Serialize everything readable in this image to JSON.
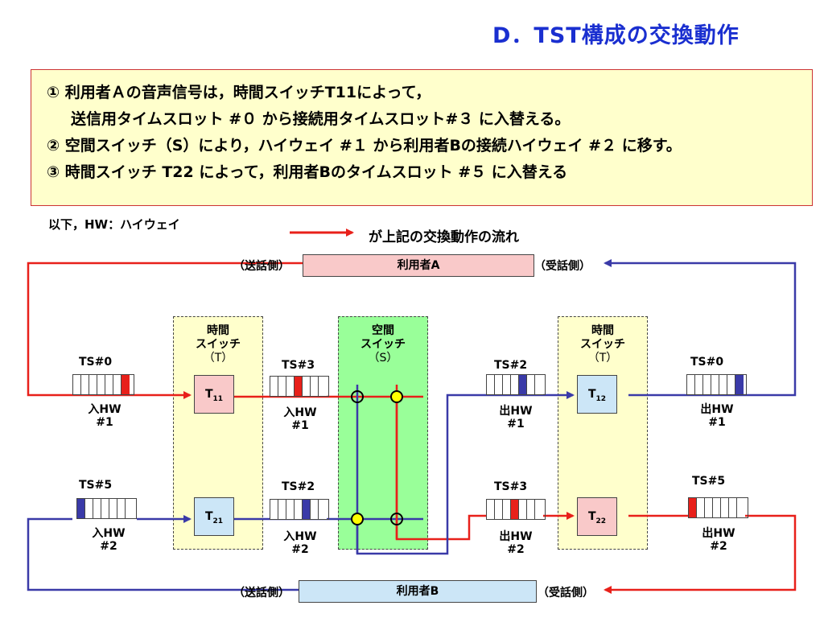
{
  "title": "D．TST構成の交換動作",
  "info": {
    "line1": "① 利用者Ａの音声信号は，時間スイッチT11によって，",
    "line2": "送信用タイムスロット #０ から接続用タイムスロット#３ に入替える。",
    "line3": "② 空間スイッチ（S）により，ハイウェイ #１ から利用者Bの接続ハイウェイ #２ に移す。",
    "line4": "③ 時間スイッチ T22 によって，利用者Bのタイムスロット #５ に入替える"
  },
  "legend": {
    "hw_note": "以下，HW：ハイウェイ",
    "flow_text": "が上記の交換動作の流れ"
  },
  "users": {
    "a": {
      "label": "利用者A",
      "send": "（送話側）",
      "recv": "（受話側）"
    },
    "b": {
      "label": "利用者B",
      "send": "（送話側）",
      "recv": "（受話側）"
    }
  },
  "switches": {
    "t_left": {
      "line1": "時間",
      "line2": "スイッチ",
      "line3": "（T）"
    },
    "s_mid": {
      "line1": "空間",
      "line2": "スイッチ",
      "line3": "（S）"
    },
    "t_right": {
      "line1": "時間",
      "line2": "スイッチ",
      "line3": "（T）"
    }
  },
  "tboxes": {
    "t11": {
      "main": "T",
      "sub": "11"
    },
    "t21": {
      "main": "T",
      "sub": "21"
    },
    "t12": {
      "main": "T",
      "sub": "12"
    },
    "t22": {
      "main": "T",
      "sub": "22"
    }
  },
  "frames": {
    "in1": {
      "ts": "TS#0",
      "hw": "入HW",
      "num": "#1"
    },
    "in2": {
      "ts": "TS#5",
      "hw": "入HW",
      "num": "#2"
    },
    "mid_in1": {
      "ts": "TS#3",
      "hw": "入HW",
      "num": "#1"
    },
    "mid_in2": {
      "ts": "TS#2",
      "hw": "入HW",
      "num": "#2"
    },
    "mid_out1": {
      "ts": "TS#2",
      "hw": "出HW",
      "num": "#1"
    },
    "mid_out2": {
      "ts": "TS#3",
      "hw": "出HW",
      "num": "#2"
    },
    "out1": {
      "ts": "TS#0",
      "hw": "出HW",
      "num": "#1"
    },
    "out2": {
      "ts": "TS#5",
      "hw": "出HW",
      "num": "#2"
    }
  },
  "colors": {
    "title": "#1a2fd0",
    "red_flow": "#e8201a",
    "blue_flow": "#3a3aa8",
    "user_a_fill": "#f9c9c9",
    "user_b_fill": "#cce6f7",
    "t_panel": "#ffffcc",
    "s_panel": "#99ff99",
    "crosspoint_on": "#ffff00"
  }
}
